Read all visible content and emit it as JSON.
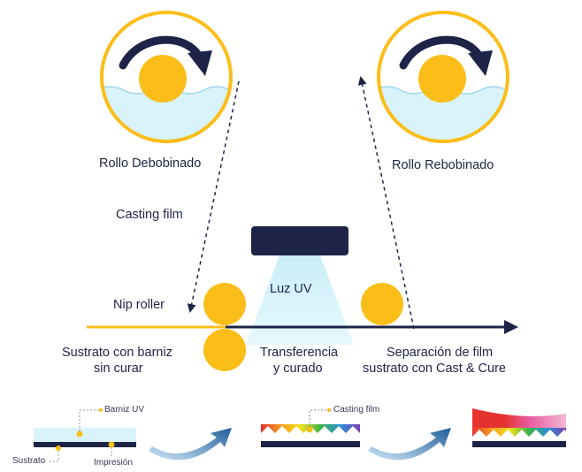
{
  "diagram": {
    "unwind_roll_label": "Rollo Debobinado",
    "rewind_roll_label": "Rollo Rebobinado",
    "casting_film_label": "Casting film",
    "nip_roller_label": "Nip roller",
    "uv_light_label": "Luz UV",
    "substrate_label_line1": "Sustrato con barniz",
    "substrate_label_line2": "sin curar",
    "transfer_label_line1": "Transferencia",
    "transfer_label_line2": "y curado",
    "separation_label_line1": "Separación de film",
    "separation_label_line2": "sustrato con Cast & Cure"
  },
  "layers": {
    "varnish_label": "Barniz UV",
    "substrate_label": "Sustrato",
    "print_label": "Impresión",
    "casting_film_label": "Casting film"
  },
  "colors": {
    "navy": "#1e2447",
    "yellow": "#fbbd18",
    "light_blue": "#d9f3fb",
    "arrow_blue": "#1f5d99"
  }
}
